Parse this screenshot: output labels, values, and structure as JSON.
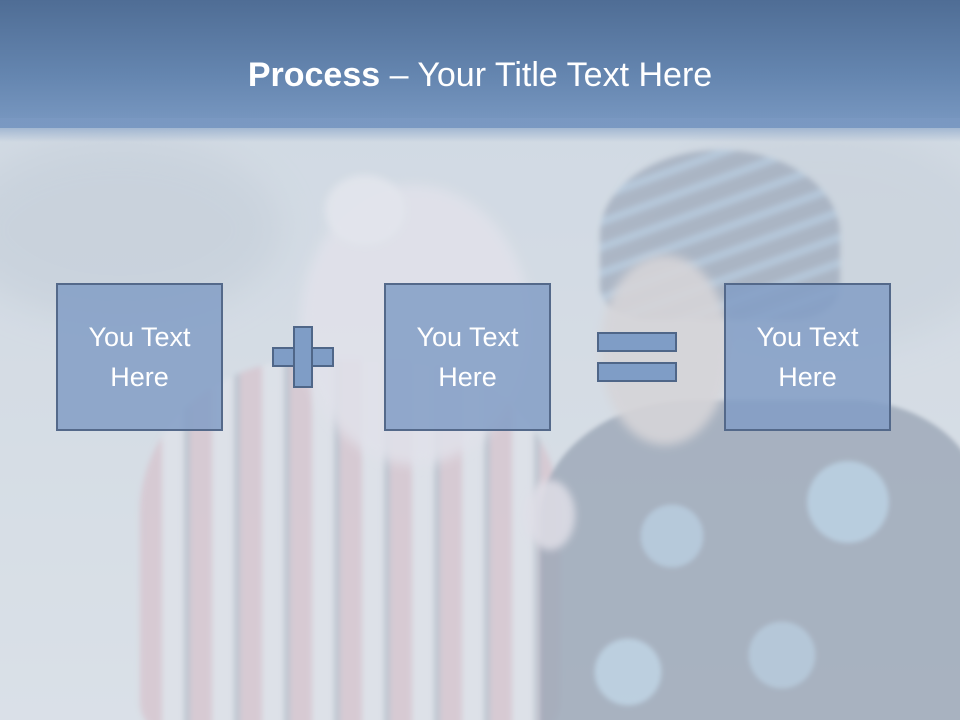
{
  "slide": {
    "title_bold": "Process",
    "title_rest": " – Your Title Text Here",
    "boxes": [
      {
        "text": "You Text\nHere"
      },
      {
        "text": "You Text\nHere"
      },
      {
        "text": "You Text\nHere"
      }
    ],
    "operators": {
      "first": "plus-icon",
      "second": "equals-icon"
    },
    "colors": {
      "title_bar": "#5f7fa9",
      "box_fill": "#829ec6",
      "box_border": "#54698a"
    }
  }
}
